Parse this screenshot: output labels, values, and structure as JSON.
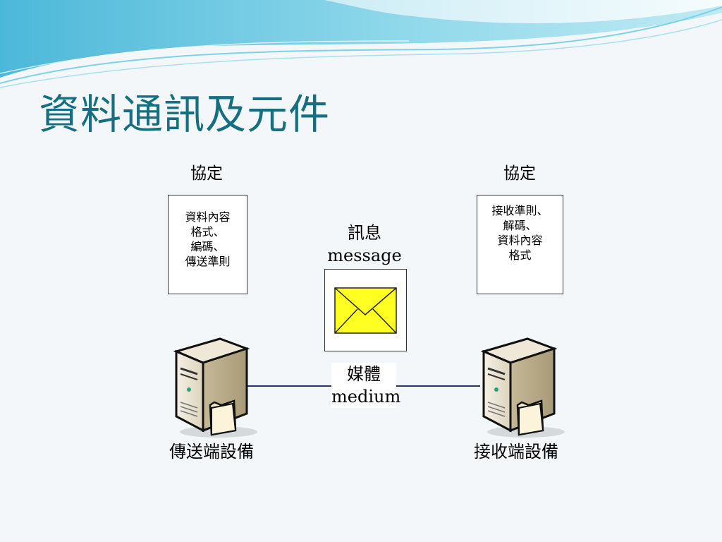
{
  "slide_title": "資料通訊及元件",
  "sender": {
    "protocol_label": "協定",
    "box_lines": [
      "資料內容",
      "格式、",
      "編碼、",
      "傳送準則"
    ],
    "device_label": "傳送端設備",
    "icon": "server-with-folder-icon"
  },
  "receiver": {
    "protocol_label": "協定",
    "box_lines": [
      "接收準則、",
      "解碼、",
      "資料內容",
      "格式"
    ],
    "device_label": "接收端設備",
    "icon": "server-with-folder-icon"
  },
  "message": {
    "label_zh": "訊息",
    "label_en": "message",
    "icon": "envelope-icon"
  },
  "medium": {
    "label_zh": "媒體",
    "label_en": "medium"
  },
  "colors": {
    "title": "#156f80",
    "envelope_fill": "#ffff22",
    "link_line": "#2b3560",
    "header_wave": "#5cc3df"
  }
}
